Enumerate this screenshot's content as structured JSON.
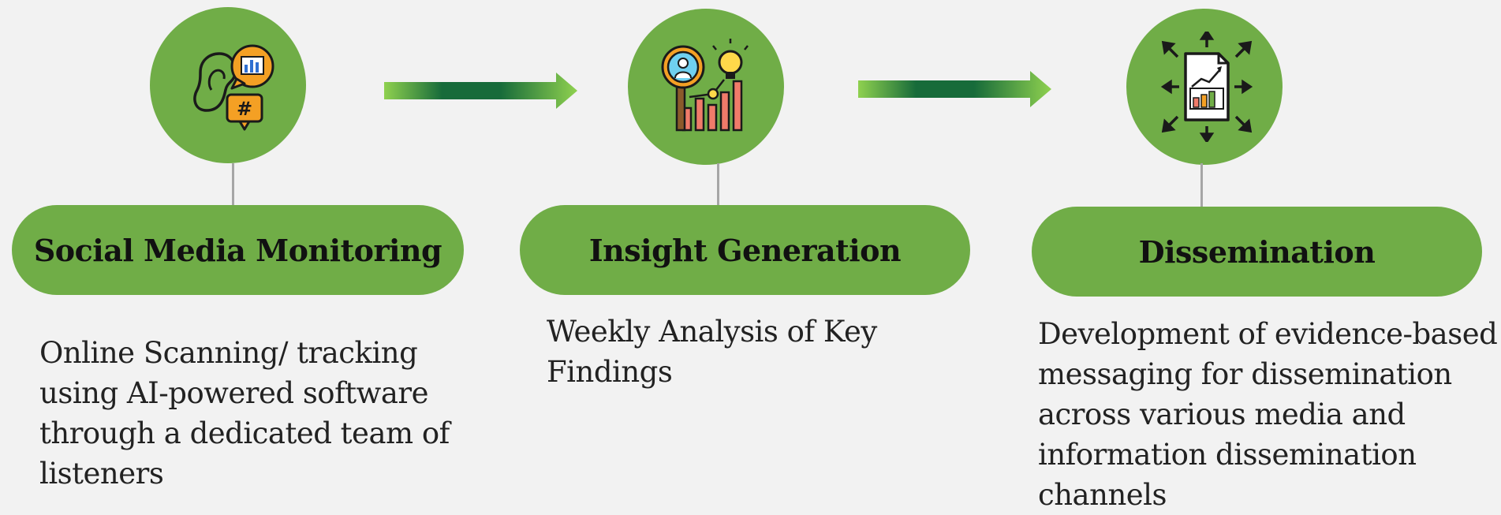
{
  "colors": {
    "background": "#f2f2f2",
    "accent_green": "#70ad47",
    "dark_green": "#176b3a",
    "connector_gray": "#a6a6a6"
  },
  "steps": [
    {
      "title": "Social Media Monitoring",
      "icon": "ear-with-speech-bubbles-icon",
      "description_lines": [
        "Online Scanning/ tracking",
        "using AI-powered software",
        "through a dedicated team of",
        "listeners"
      ]
    },
    {
      "title": "Insight Generation",
      "icon": "magnifier-lightbulb-chart-icon",
      "description_lines": [
        "Weekly Analysis of Key",
        "Findings"
      ]
    },
    {
      "title": "Dissemination",
      "icon": "document-chart-broadcast-icon",
      "description_lines": [
        "Development of evidence-based",
        "messaging for dissemination",
        "across various media and",
        "information dissemination",
        "channels"
      ]
    }
  ],
  "arrows": [
    {
      "icon": "gradient-right-arrow-icon"
    },
    {
      "icon": "gradient-right-arrow-icon"
    }
  ]
}
